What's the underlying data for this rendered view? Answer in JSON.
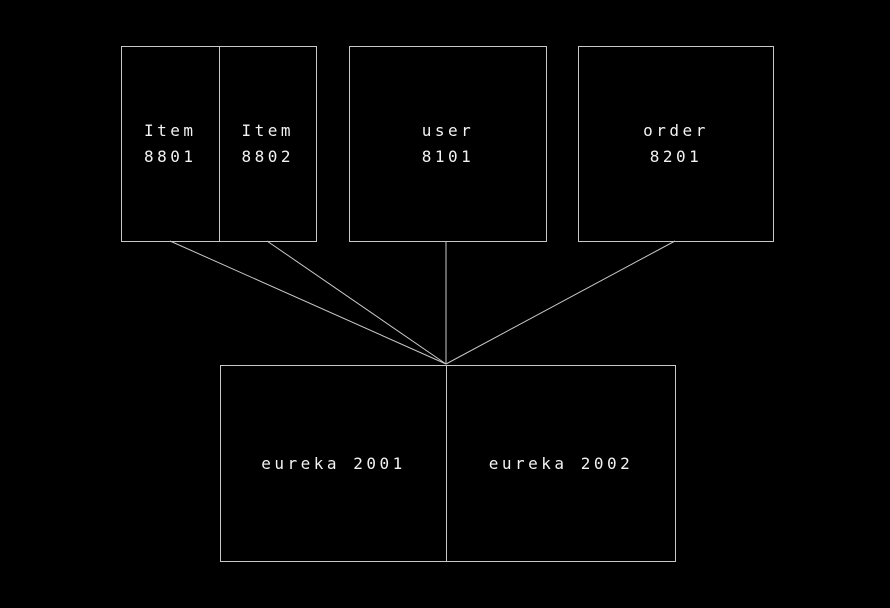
{
  "diagram": {
    "background": "#000000",
    "line_color": "#c8c8c8",
    "text_color": "#f2f2f2",
    "nodes": {
      "item1": {
        "line1": "Item",
        "line2": "8801"
      },
      "item2": {
        "line1": "Item",
        "line2": "8802"
      },
      "user": {
        "line1": "user",
        "line2": "8101"
      },
      "order": {
        "line1": "order",
        "line2": "8201"
      },
      "eureka1": {
        "label": "eureka 2001"
      },
      "eureka2": {
        "label": "eureka 2002"
      }
    },
    "edges": [
      {
        "from": "Item 8801",
        "to": "eureka"
      },
      {
        "from": "Item 8802",
        "to": "eureka"
      },
      {
        "from": "user 8101",
        "to": "eureka"
      },
      {
        "from": "order 8201",
        "to": "eureka"
      }
    ]
  }
}
